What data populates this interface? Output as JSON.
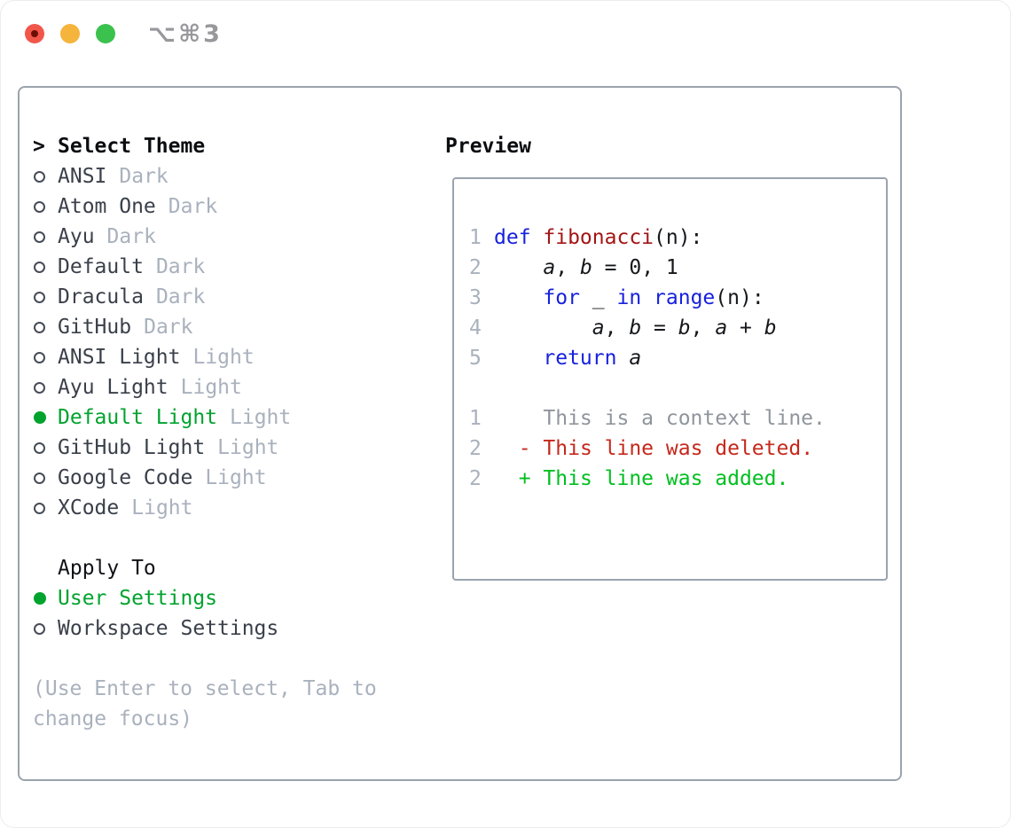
{
  "titlebar": {
    "buttons": [
      "close",
      "minimize",
      "maximize"
    ],
    "shortcut": "⌥⌘3"
  },
  "colors": {
    "selected_green": "#00a32e",
    "added_green": "#00bf1f",
    "deleted_red": "#c5281c",
    "keyword_blue": "#1721dd",
    "function_red": "#a31515",
    "muted_gray": "#a9b1bd",
    "context_gray": "#8f959c",
    "border_gray": "#9aa3ae",
    "traffic_red": "#f2564b",
    "traffic_yellow": "#f5b43c",
    "traffic_green": "#3bc24e"
  },
  "theme_list": {
    "prompt": ">",
    "header": "Select Theme",
    "items": [
      {
        "name": "ANSI",
        "tag": "Dark",
        "selected": false
      },
      {
        "name": "Atom One",
        "tag": "Dark",
        "selected": false
      },
      {
        "name": "Ayu",
        "tag": "Dark",
        "selected": false
      },
      {
        "name": "Default",
        "tag": "Dark",
        "selected": false
      },
      {
        "name": "Dracula",
        "tag": "Dark",
        "selected": false
      },
      {
        "name": "GitHub",
        "tag": "Dark",
        "selected": false
      },
      {
        "name": "ANSI Light",
        "tag": "Light",
        "selected": false
      },
      {
        "name": "Ayu Light",
        "tag": "Light",
        "selected": false
      },
      {
        "name": "Default Light",
        "tag": "Light",
        "selected": true
      },
      {
        "name": "GitHub Light",
        "tag": "Light",
        "selected": false
      },
      {
        "name": "Google Code",
        "tag": "Light",
        "selected": false
      },
      {
        "name": "XCode",
        "tag": "Light",
        "selected": false
      }
    ]
  },
  "apply_to": {
    "header": "Apply To",
    "options": [
      {
        "label": "User Settings",
        "selected": true
      },
      {
        "label": "Workspace Settings",
        "selected": false
      }
    ]
  },
  "help": {
    "lines": [
      "(Use Enter to select, Tab to",
      "change focus)"
    ]
  },
  "preview": {
    "title": "Preview",
    "code_lines": [
      {
        "num": "1",
        "segments": [
          {
            "text": "def ",
            "style": "keyword"
          },
          {
            "text": "fibonacci",
            "style": "function"
          },
          {
            "text": "(n):",
            "style": "plain"
          }
        ]
      },
      {
        "num": "2",
        "segments": [
          {
            "text": "    ",
            "style": "plain"
          },
          {
            "text": "a",
            "style": "variable"
          },
          {
            "text": ", ",
            "style": "plain"
          },
          {
            "text": "b",
            "style": "variable"
          },
          {
            "text": " = 0, 1",
            "style": "plain"
          }
        ]
      },
      {
        "num": "3",
        "segments": [
          {
            "text": "    ",
            "style": "plain"
          },
          {
            "text": "for",
            "style": "keyword"
          },
          {
            "text": " _ ",
            "style": "plain"
          },
          {
            "text": "in",
            "style": "keyword"
          },
          {
            "text": " ",
            "style": "plain"
          },
          {
            "text": "range",
            "style": "keyword"
          },
          {
            "text": "(n):",
            "style": "plain"
          }
        ]
      },
      {
        "num": "4",
        "segments": [
          {
            "text": "        ",
            "style": "plain"
          },
          {
            "text": "a",
            "style": "variable"
          },
          {
            "text": ", ",
            "style": "plain"
          },
          {
            "text": "b",
            "style": "variable"
          },
          {
            "text": " = ",
            "style": "plain"
          },
          {
            "text": "b",
            "style": "variable"
          },
          {
            "text": ", ",
            "style": "plain"
          },
          {
            "text": "a",
            "style": "variable"
          },
          {
            "text": " + ",
            "style": "plain"
          },
          {
            "text": "b",
            "style": "variable"
          }
        ]
      },
      {
        "num": "5",
        "segments": [
          {
            "text": "    ",
            "style": "plain"
          },
          {
            "text": "return",
            "style": "keyword"
          },
          {
            "text": " ",
            "style": "plain"
          },
          {
            "text": "a",
            "style": "variable"
          }
        ]
      }
    ],
    "diff_lines": [
      {
        "num": "1",
        "segments": [
          {
            "text": "    This is a context line.",
            "style": "context"
          }
        ]
      },
      {
        "num": "2",
        "segments": [
          {
            "text": "  ",
            "style": "plain"
          },
          {
            "text": "- This line was deleted.",
            "style": "deleted"
          }
        ]
      },
      {
        "num": "2",
        "segments": [
          {
            "text": "  ",
            "style": "plain"
          },
          {
            "text": "+ This line was added.",
            "style": "added"
          }
        ]
      }
    ]
  }
}
